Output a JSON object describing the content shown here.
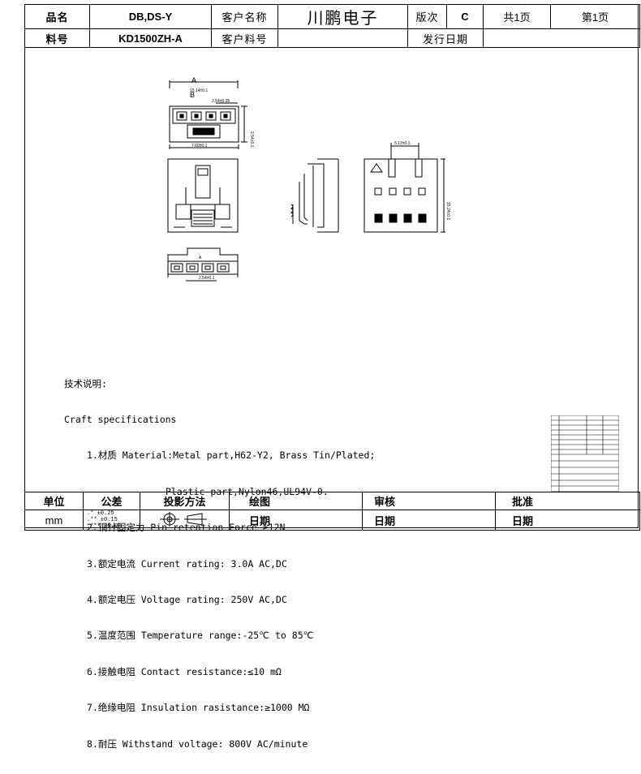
{
  "header": {
    "product_name_label": "品名",
    "product_name_value": "DB,DS-Y",
    "customer_name_label": "客户名称",
    "customer_name_value": "川鹏电子",
    "version_label": "版次",
    "version_value": "C",
    "total_pages": "共1页",
    "page_number": "第1页",
    "part_no_label": "料号",
    "part_no_value": "KD1500ZH-A",
    "customer_part_label": "客户料号",
    "customer_part_value": "",
    "issue_date_label": "发行日期",
    "issue_date_value": ""
  },
  "drawing": {
    "label_a": "A",
    "label_b": "B",
    "dim_a": "15.14±0.1",
    "dim_b": "2.54±0.05",
    "dim_width": "7.60±0.1",
    "dim_height": "2.54±0.1",
    "dim_side": "5.13±0.1",
    "dim_side_height": "15.24±0.1",
    "dim_bottom": "2.54±0.1",
    "rev_mark": "A"
  },
  "specs": {
    "title_cn": "技术说明:",
    "title_en": "Craft specifications",
    "lines": [
      "1.材质 Material:Metal part,H62-Y2, Brass Tin/Plated;",
      "              Plastic part,Nylon46,UL94V-0.",
      "2.铜针固定力 Pin retention Force ≥12N",
      "3.额定电流 Current rating: 3.0A AC,DC",
      "4.额定电压 Voltage rating: 250V AC,DC",
      "5.温度范围 Temperature range:-25℃ to 85℃",
      "6.接触电阻 Contact resistance:≤10 mΩ",
      "7.绝缘电阻 Insulation rasistance:≥1000 MΩ",
      "8.耐压 Withstand voltage: 800V AC/minute"
    ]
  },
  "footer": {
    "unit_label": "单位",
    "unit_value": "mm",
    "tolerance_label": "公差",
    "tolerance_lines": [
      ".* ±0.25",
      ".** ±0.15",
      ".*** ±0.08"
    ],
    "projection_label": "投影方法",
    "drawn_label": "绘图",
    "date_label_1": "日期",
    "review_label": "审核",
    "date_label_2": "日期",
    "approve_label": "批准",
    "date_label_3": "日期"
  }
}
